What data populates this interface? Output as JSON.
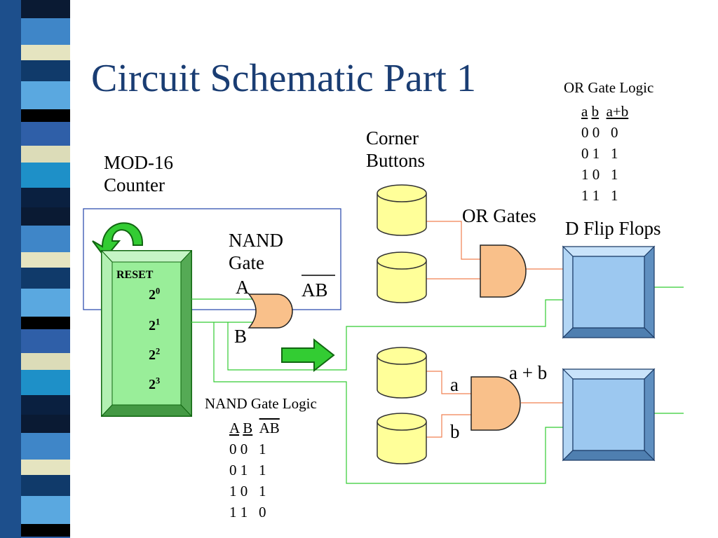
{
  "slide": {
    "title": "Circuit Schematic Part 1"
  },
  "labels": {
    "counter": [
      "MOD-16",
      "Counter"
    ],
    "corner_buttons": [
      "Corner",
      "Buttons"
    ],
    "nand_gate": [
      "NAND",
      "Gate"
    ],
    "or_gates": "OR Gates",
    "d_flip_flops": "D Flip Flops",
    "reset": "RESET",
    "nand_output": "AB",
    "input_a": "A",
    "input_b": "B",
    "or_input_a": "a",
    "or_input_b": "b",
    "or_output": "a + b"
  },
  "counter_bits": [
    {
      "base": "2",
      "exp": "0"
    },
    {
      "base": "2",
      "exp": "1"
    },
    {
      "base": "2",
      "exp": "2"
    },
    {
      "base": "2",
      "exp": "3"
    }
  ],
  "or_table": {
    "title": "OR Gate Logic",
    "headers": [
      "a",
      "b",
      "a+b"
    ],
    "rows": [
      "0 0   0",
      "0 1   1",
      "1 0   1",
      "1 1   1"
    ]
  },
  "nand_table": {
    "title": "NAND Gate Logic",
    "headers": [
      "A",
      "B",
      "AB"
    ],
    "rows": [
      "0 0   1",
      "0 1   1",
      "1 0   1",
      "1 1   0"
    ]
  },
  "colors": {
    "title": "#1a3d73",
    "counter_fill": "#99ee99",
    "button_fill": "#ffff99",
    "gate_fill": "#f9c08a",
    "flipflop_fill": "#9cc8f0",
    "wire_green": "#33cc33",
    "wire_orange": "#f08050",
    "arrow_green": "#33cc33"
  }
}
